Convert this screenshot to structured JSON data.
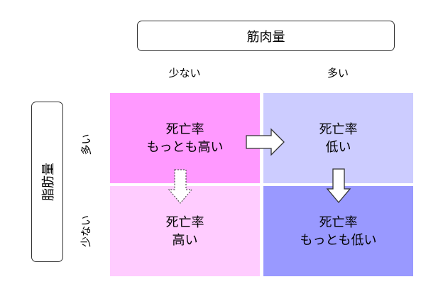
{
  "header": {
    "muscle_label": "筋肉量"
  },
  "side": {
    "fat_label": "脂肪量"
  },
  "columns": {
    "low": "少ない",
    "high": "多い"
  },
  "rows": {
    "high": "多い",
    "low": "少ない"
  },
  "cells": {
    "top_left": {
      "line1": "死亡率",
      "line2": "もっとも高い",
      "color": "#ff99ff"
    },
    "top_right": {
      "line1": "死亡率",
      "line2": "低い",
      "color": "#ccccff"
    },
    "bottom_left": {
      "line1": "死亡率",
      "line2": "高い",
      "color": "#ffccff"
    },
    "bottom_right": {
      "line1": "死亡率",
      "line2": "もっとも低い",
      "color": "#9999ff"
    }
  }
}
